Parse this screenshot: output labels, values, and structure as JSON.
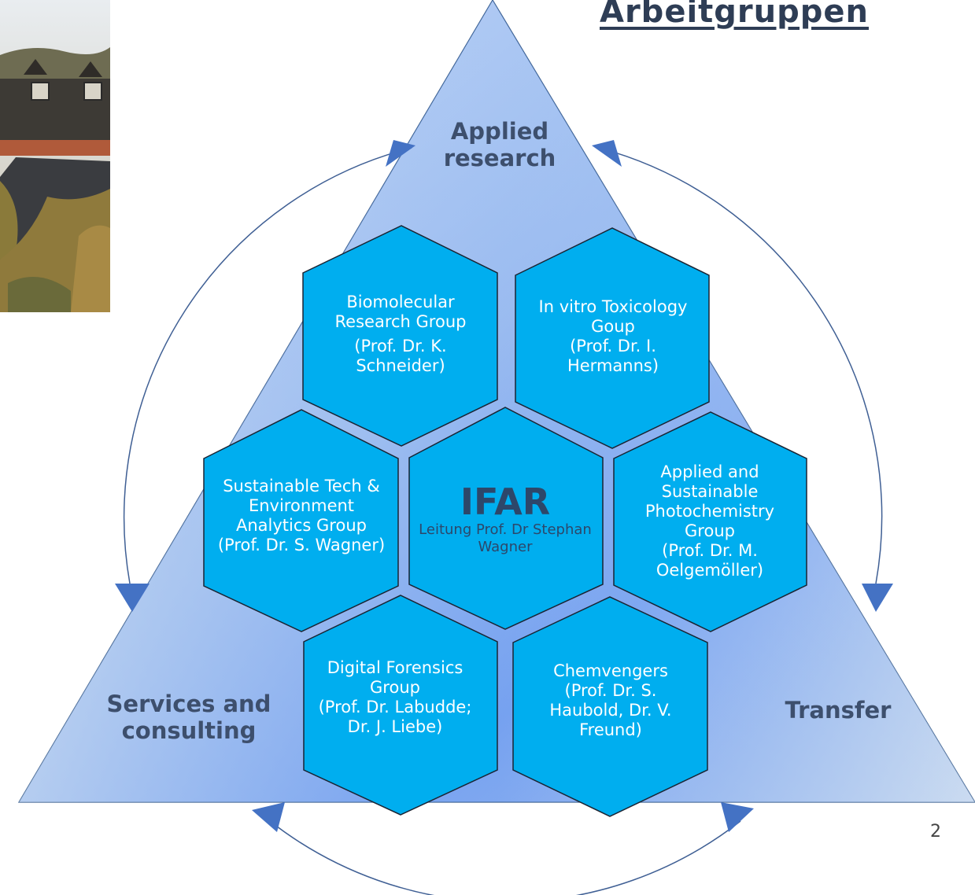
{
  "slide": {
    "title": "Arbeitgruppen",
    "page_number": "2"
  },
  "triangle": {
    "top_label": "Applied research",
    "left_label": "Services and consulting",
    "right_label": "Transfer"
  },
  "center": {
    "name": "IFAR",
    "subtitle": "Leitung Prof. Dr Stephan Wagner"
  },
  "groups": [
    {
      "name": "Biomolecular Research Group",
      "affiliation": "(Prof. Dr. K. Schneider)"
    },
    {
      "name": "In vitro Toxicology Goup",
      "affiliation": "(Prof. Dr. I. Hermanns)"
    },
    {
      "name": "Sustainable Tech & Environment Analytics Group",
      "affiliation": "(Prof. Dr. S. Wagner)"
    },
    {
      "name": "Applied and Sustainable Photochemistry Group",
      "affiliation": "(Prof. Dr. M. Oelgemöller)"
    },
    {
      "name": "Digital Forensics Group",
      "affiliation": "(Prof. Dr. Labudde; Dr. J. Liebe)"
    },
    {
      "name": "Chemvengers",
      "affiliation": "(Prof. Dr. S. Haubold, Dr. V. Freund)"
    }
  ],
  "colors": {
    "hexagon_fill": "#00aeef",
    "hexagon_stroke": "#1a2433",
    "triangle_light": "#dce8f6",
    "triangle_mid": "#7aa6f2",
    "arrow": "#4472c4",
    "title": "#2e3d55"
  }
}
